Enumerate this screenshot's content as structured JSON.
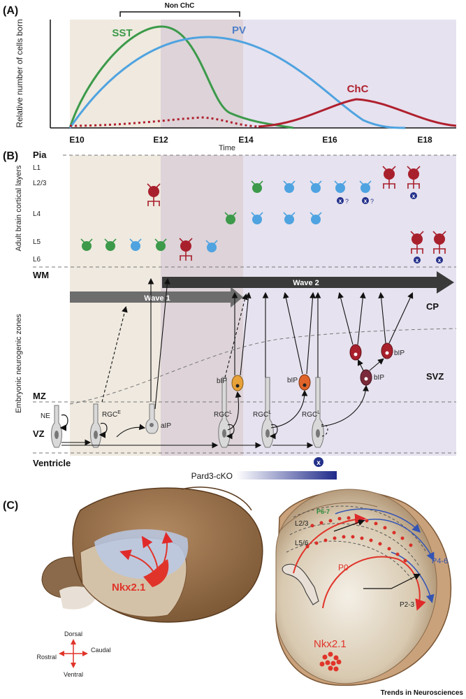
{
  "panel_labels": {
    "a": "(A)",
    "b": "(B)",
    "c": "(C)"
  },
  "panel_a": {
    "y_axis": "Relative number of cells born",
    "x_axis": "Time",
    "bracket": "Non ChC",
    "series": {
      "sst": "SST",
      "pv": "PV",
      "chc": "ChC"
    },
    "colors": {
      "sst": "#3c9a4a",
      "pv": "#4fa3e0",
      "chc": "#b0202e"
    }
  },
  "ticks": [
    "E10",
    "E12",
    "E14",
    "E16",
    "E18"
  ],
  "panel_b": {
    "adult_label": "Adult brain cortical layers",
    "embryo_label": "Embryonic neurogenic zones",
    "pia": "Pia",
    "wm": "WM",
    "layers": [
      "L1",
      "L2/3",
      "L4",
      "L5",
      "L6"
    ],
    "wave1": "Wave 1",
    "wave2": "Wave 2",
    "zones": {
      "cp": "CP",
      "svz": "SVZ",
      "mz": "MZ",
      "vz": "VZ",
      "ventricle": "Ventricle"
    },
    "cells": {
      "ne": "NE",
      "rgc": "RGC",
      "rgc_e": "E",
      "rgc_l": "L",
      "aip": "aIP",
      "bip": "bIP"
    },
    "marks": {
      "x": "x",
      "q": "?"
    },
    "cko": "Pard3-cKO"
  },
  "panel_c": {
    "nkx": "Nkx2.1",
    "directions": {
      "dorsal": "Dorsal",
      "ventral": "Ventral",
      "rostral": "Rostral",
      "caudal": "Caudal"
    },
    "layers": {
      "l23": "L2/3",
      "l56": "L5/6"
    },
    "ages": {
      "p0": "P0",
      "p23": "P2-3",
      "p46": "P4-6",
      "p67": "P6-7"
    }
  },
  "footer": "Trends in Neurosciences"
}
